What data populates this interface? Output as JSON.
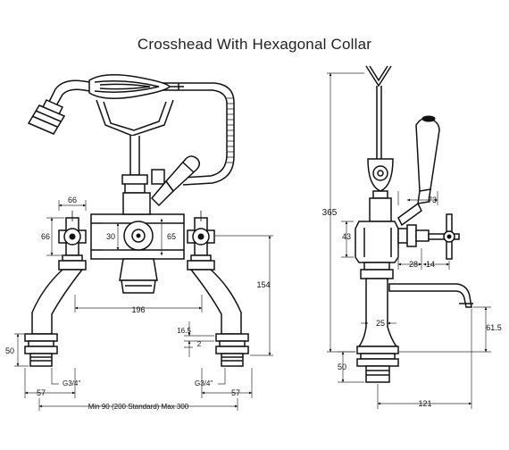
{
  "title": "Crosshead With Hexagonal Collar",
  "front_view": {
    "dim_width_66": "66",
    "dim_height_66": "66",
    "dim_30": "30",
    "dim_65": "65",
    "dim_196": "196",
    "dim_154": "154",
    "dim_16_5": "16.5",
    "dim_2": "2",
    "dim_50": "50",
    "thread_left": "G3/4\"",
    "thread_right": "G3/4\"",
    "dim_57_left": "57",
    "dim_57_right": "57",
    "dim_centres": "Min 90 (200 Standard) Max 300"
  },
  "side_view": {
    "dim_365": "365",
    "dim_73": "73",
    "dim_43": "43",
    "dim_28": "28",
    "dim_14": "14",
    "dim_25": "25",
    "dim_61_5": "61.5",
    "dim_50": "50",
    "dim_121": "121"
  }
}
